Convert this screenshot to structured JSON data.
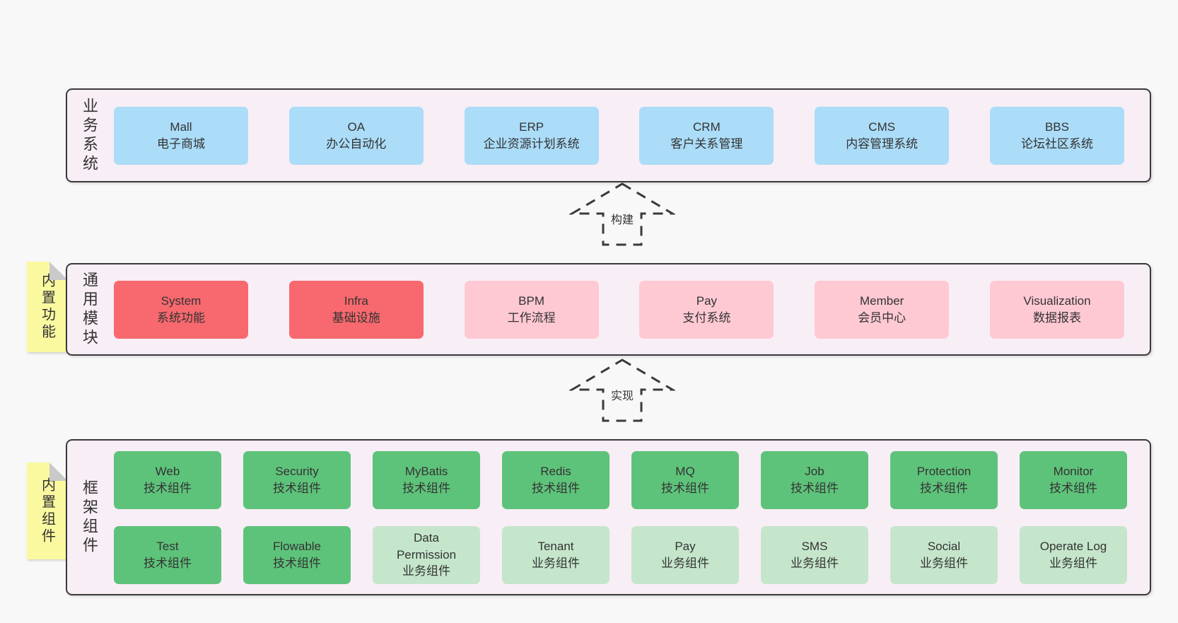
{
  "diagram": {
    "title_hint": "yudao architecture layers",
    "colors": {
      "page_bg": "#f8f8f8",
      "panel_bg": "#f8eef6",
      "panel_border": "#3a3a3a",
      "blue_box": "#abdcf8",
      "red_box": "#f7696e",
      "pink_box": "#ffc9d4",
      "green_box": "#5ec37a",
      "light_green_box": "#c5e6cb",
      "sticky_yellow": "#faf9a0",
      "sticky_fold_gray": "#c9c9c9",
      "text": "#333333"
    },
    "arrows": {
      "build": "构建",
      "implement": "实现"
    },
    "layers": {
      "business": {
        "label": "业务系统",
        "boxes": [
          {
            "title": "Mall",
            "subtitle": "电子商城"
          },
          {
            "title": "OA",
            "subtitle": "办公自动化"
          },
          {
            "title": "ERP",
            "subtitle": "企业资源计划系统"
          },
          {
            "title": "CRM",
            "subtitle": "客户关系管理"
          },
          {
            "title": "CMS",
            "subtitle": "内容管理系统"
          },
          {
            "title": "BBS",
            "subtitle": "论坛社区系统"
          }
        ]
      },
      "modules": {
        "label": "通用模块",
        "sticky": "内置功能",
        "boxes": [
          {
            "title": "System",
            "subtitle": "系统功能"
          },
          {
            "title": "Infra",
            "subtitle": "基础设施"
          },
          {
            "title": "BPM",
            "subtitle": "工作流程"
          },
          {
            "title": "Pay",
            "subtitle": "支付系统"
          },
          {
            "title": "Member",
            "subtitle": "会员中心"
          },
          {
            "title": "Visualization",
            "subtitle": "数据报表"
          }
        ]
      },
      "components": {
        "label": "框架组件",
        "sticky": "内置组件",
        "row1": [
          {
            "title": "Web",
            "subtitle": "技术组件"
          },
          {
            "title": "Security",
            "subtitle": "技术组件"
          },
          {
            "title": "MyBatis",
            "subtitle": "技术组件"
          },
          {
            "title": "Redis",
            "subtitle": "技术组件"
          },
          {
            "title": "MQ",
            "subtitle": "技术组件"
          },
          {
            "title": "Job",
            "subtitle": "技术组件"
          },
          {
            "title": "Protection",
            "subtitle": "技术组件"
          },
          {
            "title": "Monitor",
            "subtitle": "技术组件"
          }
        ],
        "row2": [
          {
            "title": "Test",
            "subtitle": "技术组件"
          },
          {
            "title": "Flowable",
            "subtitle": "技术组件"
          },
          {
            "title": "Data Permission",
            "subtitle": "业务组件"
          },
          {
            "title": "Tenant",
            "subtitle": "业务组件"
          },
          {
            "title": "Pay",
            "subtitle": "业务组件"
          },
          {
            "title": "SMS",
            "subtitle": "业务组件"
          },
          {
            "title": "Social",
            "subtitle": "业务组件"
          },
          {
            "title": "Operate Log",
            "subtitle": "业务组件"
          }
        ]
      }
    }
  }
}
